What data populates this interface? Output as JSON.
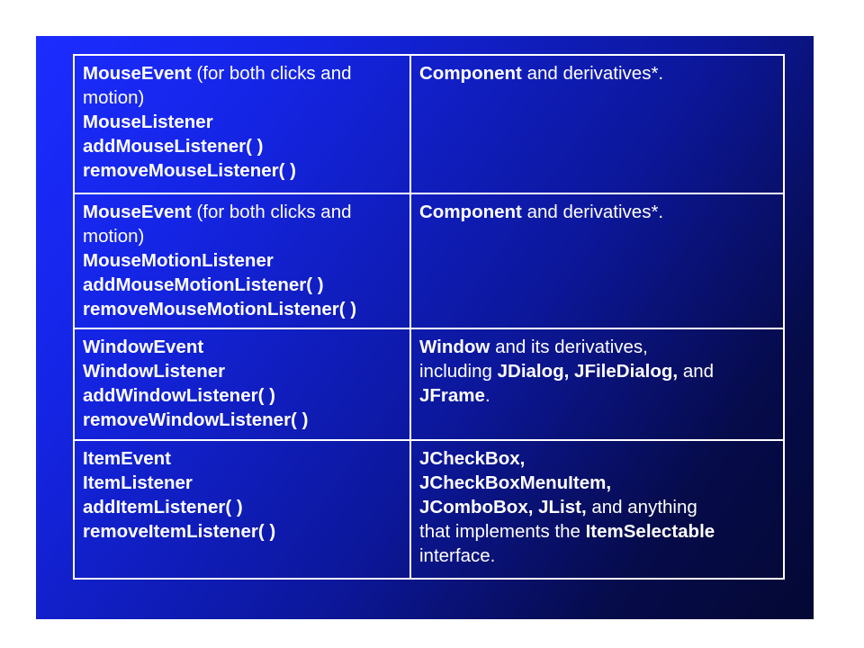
{
  "rows": [
    {
      "left": {
        "event": "MouseEvent",
        "event_note": " (for both clicks and",
        "event_note2": "motion)",
        "listener": "MouseListener",
        "add": "addMouseListener( )",
        "remove": "removeMouseListener( )"
      },
      "right": {
        "component": "Component",
        "rest": " and derivatives*."
      }
    },
    {
      "left": {
        "event": "MouseEvent",
        "event_note": " (for both clicks and",
        "event_note2": "motion)",
        "listener": "MouseMotionListener",
        "add": "addMouseMotionListener( )",
        "remove": "removeMouseMotionListener( )"
      },
      "right": {
        "component": "Component",
        "rest": " and derivatives*."
      }
    },
    {
      "left": {
        "event": "WindowEvent",
        "listener": "WindowListener",
        "add": "addWindowListener( )",
        "remove": "removeWindowListener( )"
      },
      "right": {
        "window": "Window",
        "rest1": " and its derivatives,",
        "including": "including ",
        "classes": "JDialog, JFileDialog,",
        "and": " and",
        "jframe": "JFrame",
        "period": "."
      }
    },
    {
      "left": {
        "event": "ItemEvent",
        "listener": "ItemListener",
        "add": "addItemListener( )",
        "remove": "removeItemListener( )"
      },
      "right": {
        "line1": "JCheckBox,",
        "line2": "JCheckBoxMenuItem,",
        "line3_bold": "JComboBox, JList,",
        "line3_rest": " and anything",
        "line4_rest": "that implements the ",
        "line4_bold": "ItemSelectable",
        "line5": "interface."
      }
    }
  ]
}
